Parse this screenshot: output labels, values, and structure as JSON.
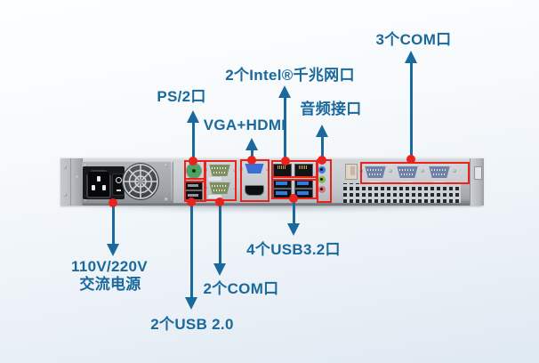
{
  "colors": {
    "accent": "#19699C",
    "highlight": "#E8231C"
  },
  "callouts": {
    "com3": {
      "label": "3个COM口"
    },
    "lan": {
      "label": "2个Intel®千兆网口"
    },
    "ps2": {
      "label": "PS/2口"
    },
    "vga_hdmi": {
      "label": "VGA+HDMI"
    },
    "audio": {
      "label": "音频接口"
    },
    "power": {
      "label_line1": "110V/220V",
      "label_line2": "交流电源"
    },
    "usb2": {
      "label": "2个USB 2.0"
    },
    "com2": {
      "label": "2个COM口"
    },
    "usb32": {
      "label": "4个USB3.2口"
    }
  },
  "device": {
    "type": "1U rackmount server rear panel",
    "port_groups": [
      "AC power inlet with rocker switch",
      "PSU cooling fan",
      "PS/2 port",
      "2x USB 2.0 ports",
      "2x COM serial ports",
      "VGA port",
      "HDMI port",
      "2x Intel gigabit RJ45 LAN ports",
      "4x USB 3.2 ports",
      "audio line-in line-out mic jacks",
      "3x COM serial ports",
      "ventilation grille"
    ]
  }
}
